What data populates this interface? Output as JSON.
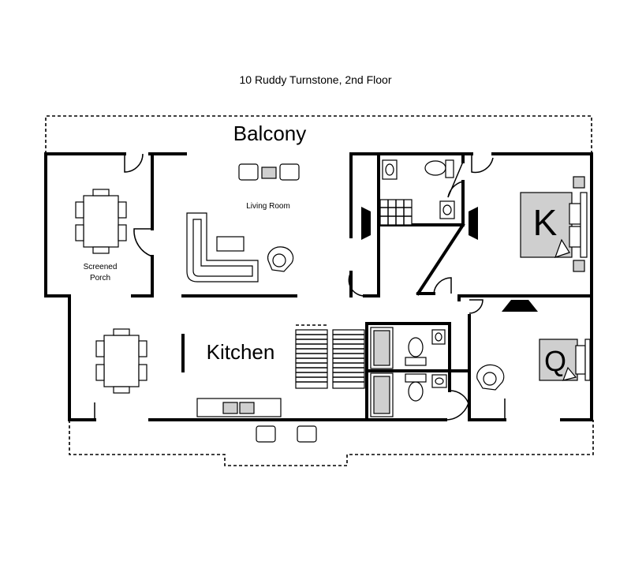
{
  "title": "10 Ruddy Turnstone, 2nd Floor",
  "rooms": {
    "balcony": "Balcony",
    "living_room": "Living Room",
    "screened_porch_line1": "Screened",
    "screened_porch_line2": "Porch",
    "kitchen": "Kitchen"
  },
  "beds": {
    "king": "K",
    "queen": "Q"
  }
}
